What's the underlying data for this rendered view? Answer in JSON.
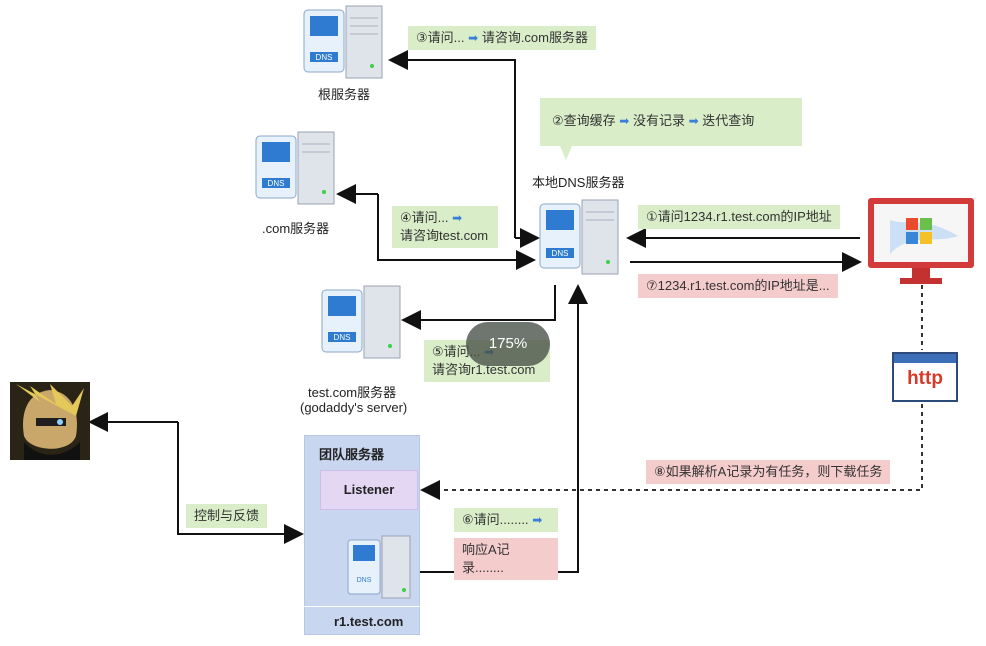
{
  "nodes": {
    "root_server": "根服务器",
    "com_server": ".com服务器",
    "local_dns": "本地DNS服务器",
    "testcom_server_line1": "test.com服务器",
    "testcom_server_line2": "(godaddy's server)",
    "team_server": "团队服务器",
    "listener": "Listener",
    "r1": "r1.test.com",
    "http": "http",
    "server_icon_text": "DNS"
  },
  "steps": {
    "s1": "①请问1234.r1.test.com的IP地址",
    "s2a": "②查询缓存",
    "s2b": "没有记录",
    "s2c": "迭代查询",
    "s3a": "③请问...",
    "s3b": "请咨询.com服务器",
    "s4a": "④请问...",
    "s4b": "请咨询test.com",
    "s5a": "⑤请问...",
    "s5b": "请咨询r1.test.com",
    "s6a": "⑥请问........",
    "s6b": "响应A记录........",
    "s7": "⑦1234.r1.test.com的IP地址是...",
    "s8": "⑧如果解析A记录为有任务，则下载任务",
    "control": "控制与反馈"
  },
  "zoom": "175%",
  "colors": {
    "green_label": "#d9edc8",
    "pink_label": "#f4cccc",
    "team_box": "#c8d6f0",
    "listener_box": "#e3d7f4",
    "arrow_blue": "#3b7dd8"
  },
  "icons": {
    "server": "server-icon",
    "computer": "windows-computer-icon",
    "hacker": "hacker-avatar-icon",
    "arrow": "right-arrow-box-icon"
  }
}
